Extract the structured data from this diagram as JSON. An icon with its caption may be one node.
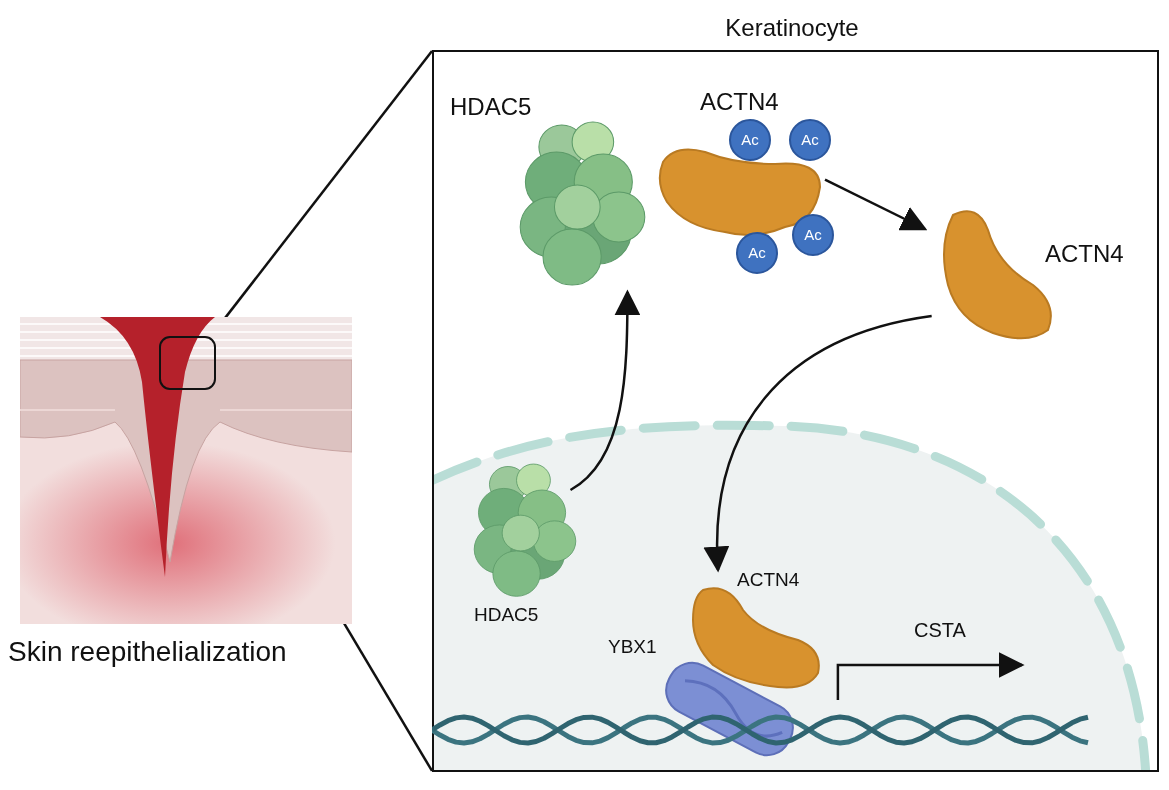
{
  "diagram": {
    "nodes": [
      {
        "text": [
          "Skin reepithelialization"
        ]
      },
      {
        "text": [
          "Keratinocyte"
        ]
      },
      {
        "text": [
          "HDAC5"
        ],
        "in": 1
      },
      {
        "text": [
          "ACTN4"
        ],
        "in": 1
      },
      {
        "text": [
          "Ac"
        ],
        "in": 1
      },
      {
        "text": [
          "Ac"
        ],
        "in": 1
      },
      {
        "text": [
          "Ac"
        ],
        "in": 1
      },
      {
        "text": [
          "Ac"
        ],
        "in": 1
      },
      {
        "text": [
          "ACTN4"
        ],
        "in": 1
      },
      {
        "text": [
          "HDAC5"
        ],
        "in": 1
      },
      {
        "text": [
          "ACTN4"
        ],
        "in": 1
      },
      {
        "text": [
          "YBX1"
        ],
        "in": 1
      },
      {
        "text": [],
        "shape": "picture",
        "in": 1
      }
    ],
    "edges": [
      {
        "from": 0,
        "to": 1,
        "arrow": "none"
      },
      {
        "from": 0,
        "to": 1,
        "arrow": "none"
      },
      {
        "from": 3,
        "to": 8,
        "arrow": "to"
      },
      {
        "from": 8,
        "to": 10,
        "arrow": "to"
      },
      {
        "from": 9,
        "to": 2,
        "arrow": "to"
      },
      {
        "from": 12,
        "to": null,
        "arrow": "to",
        "label": "CSTA"
      }
    ]
  }
}
